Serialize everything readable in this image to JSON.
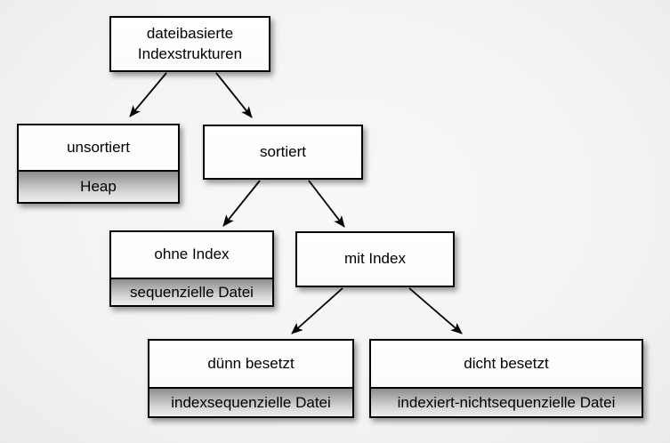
{
  "diagram": {
    "type": "tree",
    "language": "de",
    "colors": {
      "background": "#f3f3f3",
      "box_fill": "#ffffff",
      "box_border": "#000000",
      "sublabel_gradient_top": "#8d8d8d",
      "sublabel_gradient_bottom": "#ececec",
      "arrow": "#000000",
      "text": "#000000"
    },
    "nodes": {
      "root": {
        "label": "dateibasierte Indexstrukturen"
      },
      "unsortiert": {
        "label": "unsortiert",
        "sublabel": "Heap"
      },
      "sortiert": {
        "label": "sortiert"
      },
      "ohne_index": {
        "label": "ohne Index",
        "sublabel": "sequenzielle Datei"
      },
      "mit_index": {
        "label": "mit Index"
      },
      "duenn_besetzt": {
        "label": "dünn besetzt",
        "sublabel": "indexsequenzielle Datei"
      },
      "dicht_besetzt": {
        "label": "dicht besetzt",
        "sublabel": "indexiert-nichtsequenzielle Datei"
      }
    },
    "edges": [
      {
        "from": "root",
        "to": "unsortiert"
      },
      {
        "from": "root",
        "to": "sortiert"
      },
      {
        "from": "sortiert",
        "to": "ohne_index"
      },
      {
        "from": "sortiert",
        "to": "mit_index"
      },
      {
        "from": "mit_index",
        "to": "duenn_besetzt"
      },
      {
        "from": "mit_index",
        "to": "dicht_besetzt"
      }
    ]
  }
}
